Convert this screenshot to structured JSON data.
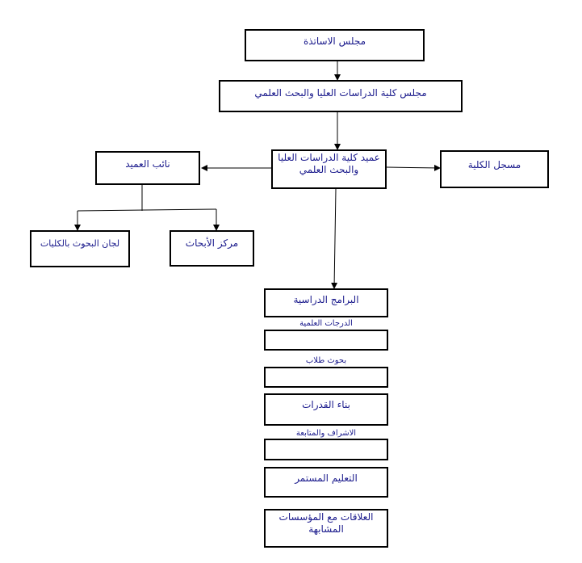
{
  "nodes": {
    "council_professors": "مجلس الاساتذة",
    "council_graduate": "مجلس كلية الدراسات  العليا والبحث العلمي",
    "dean": "عميد كلية الدراسات العليا والبحث العلمي",
    "vice_dean": "نائب العميد",
    "registrar": "مسجل الكلية",
    "research_committees": "لجان البحوث بالكليات",
    "research_center": "مركز الأبحاث",
    "study_programs": "البرامج الدراسية",
    "degrees": "الدرجات العلمية",
    "student_research": "بحوث طلاب",
    "capacity_building": "بناء القدرات",
    "supervision": "الاشراف والمتابعة",
    "continuing_education": "التعليم المستمر",
    "relations": "العلاقات مع المؤسسات المشابهة"
  },
  "colors": {
    "text": "#1a1a8c",
    "border": "#000000"
  }
}
